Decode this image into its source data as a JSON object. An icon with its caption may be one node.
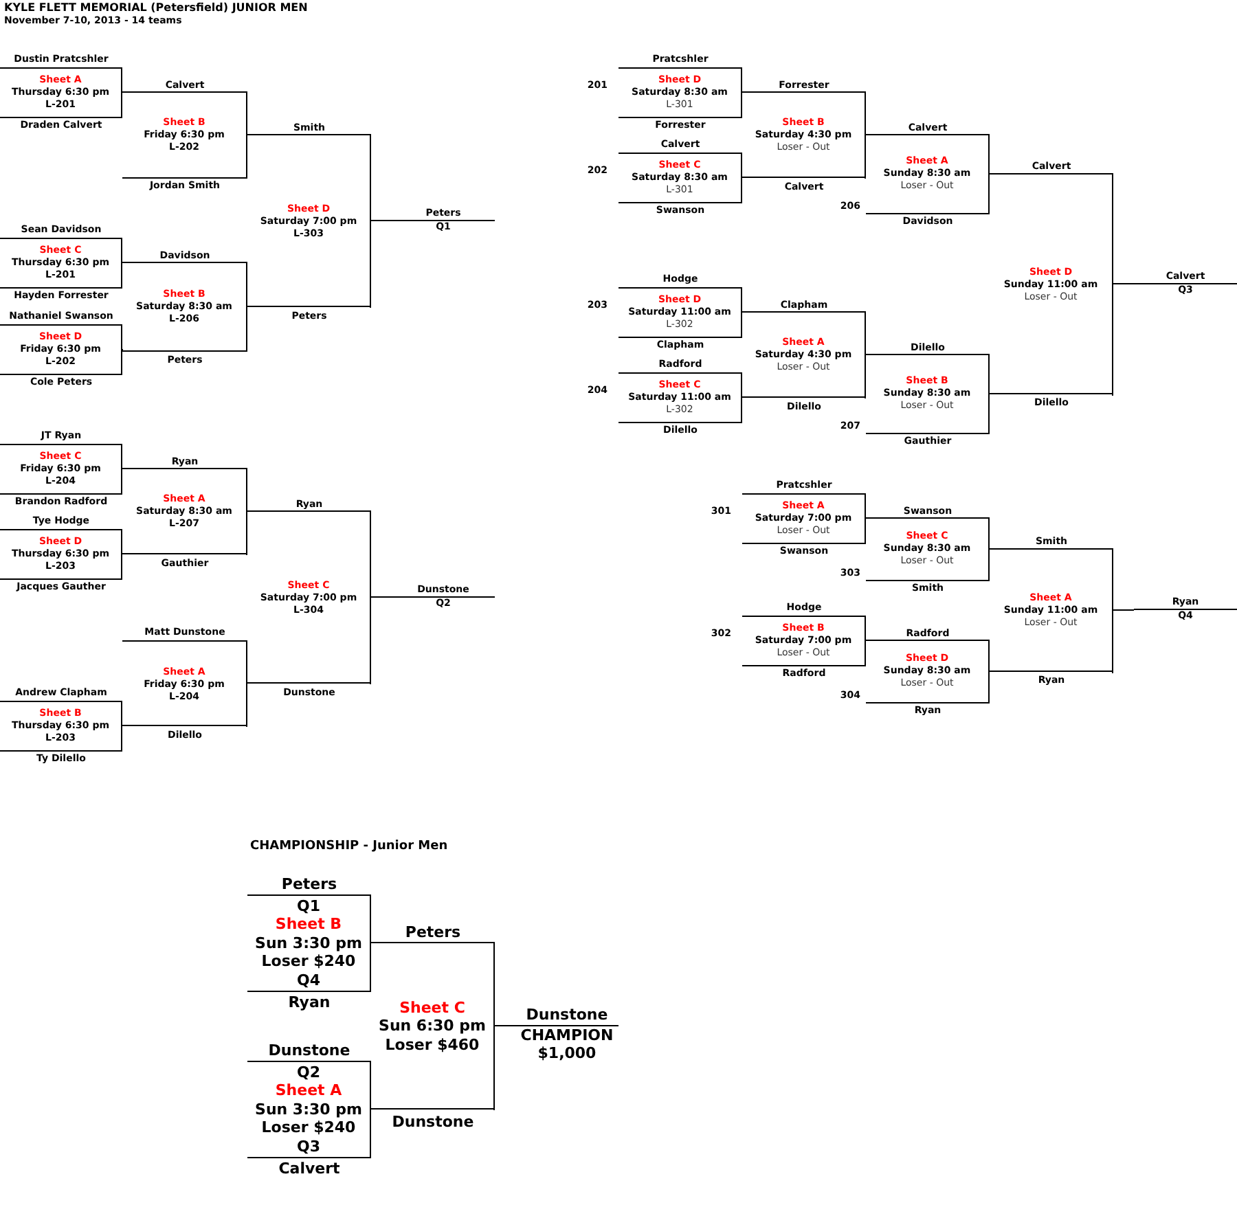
{
  "diagram": {
    "title": "KYLE FLETT MEMORIAL (Petersfield) JUNIOR MEN",
    "nodes": [
      {
        "text": [
          "Sheet A",
          "Thursday 6:30 pm",
          "L-201"
        ],
        "beside": [
          "Dustin Pratcshler",
          "Draden Calvert"
        ]
      },
      {
        "text": [
          "Sheet B",
          "Friday 6:30 pm",
          "L-202"
        ],
        "beside": [
          "Jordan Smith"
        ]
      },
      {
        "text": [
          "Sheet C",
          "Thursday 6:30 pm",
          "L-201"
        ],
        "beside": [
          "Sean Davidson",
          "Hayden Forrester"
        ]
      },
      {
        "text": [
          "Sheet D",
          "Friday 6:30 pm",
          "L-202"
        ],
        "beside": [
          "Nathaniel Swanson",
          "Cole Peters"
        ]
      },
      {
        "text": [
          "Sheet B",
          "Saturday 8:30 am",
          "L-206"
        ]
      },
      {
        "text": [
          "Sheet D",
          "Saturday 7:00 pm",
          "L-303"
        ]
      },
      {
        "text": [
          "Peters",
          "Q1"
        ]
      },
      {
        "text": [
          "Sheet C",
          "Friday 6:30 pm",
          "L-204"
        ],
        "beside": [
          "JT Ryan",
          "Brandon Radford"
        ]
      },
      {
        "text": [
          "Sheet D",
          "Thursday 6:30 pm",
          "L-203"
        ],
        "beside": [
          "Tye Hodge",
          "Jacques Gauther"
        ]
      },
      {
        "text": [
          "Sheet A",
          "Saturday 8:30 am",
          "L-207"
        ]
      },
      {
        "text": [
          "Sheet B",
          "Thursday 6:30 pm",
          "L-203"
        ],
        "beside": [
          "Andrew Clapham",
          "Ty Dilello"
        ]
      },
      {
        "text": [
          "Sheet A",
          "Friday 6:30 pm",
          "L-204"
        ],
        "beside": [
          "Matt Dunstone"
        ]
      },
      {
        "text": [
          "Sheet C",
          "Saturday 7:00 pm",
          "L-304"
        ]
      },
      {
        "text": [
          "Dunstone",
          "Q2"
        ]
      },
      {
        "text": [
          "Sheet D",
          "Saturday 8:30 am",
          "L-301"
        ],
        "beside": [
          "Pratcshler",
          "201",
          "Forrester"
        ]
      },
      {
        "text": [
          "Sheet C",
          "Saturday 8:30 am",
          "L-301"
        ],
        "beside": [
          "Calvert",
          "202",
          "Swanson"
        ]
      },
      {
        "text": [
          "Sheet B",
          "Saturday 4:30 pm",
          "Loser - Out"
        ]
      },
      {
        "text": [
          "Sheet A",
          "Sunday 8:30 am",
          "Loser - Out"
        ],
        "beside": [
          "206",
          "Davidson"
        ]
      },
      {
        "text": [
          "Sheet D",
          "Saturday 11:00 am",
          "L-302"
        ],
        "beside": [
          "Hodge",
          "203",
          "Clapham"
        ]
      },
      {
        "text": [
          "Sheet C",
          "Saturday 11:00 am",
          "L-302"
        ],
        "beside": [
          "Radford",
          "204",
          "Dilello"
        ]
      },
      {
        "text": [
          "Sheet A",
          "Saturday 4:30 pm",
          "Loser - Out"
        ]
      },
      {
        "text": [
          "Sheet B",
          "Sunday 8:30 am",
          "Loser - Out"
        ],
        "beside": [
          "207",
          "Gauthier"
        ]
      },
      {
        "text": [
          "Sheet D",
          "Sunday 11:00 am",
          "Loser - Out"
        ]
      },
      {
        "text": [
          "Calvert",
          "Q3"
        ]
      },
      {
        "text": [
          "Sheet A",
          "Saturday 7:00 pm",
          "Loser - Out"
        ],
        "beside": [
          "Pratcshler",
          "301",
          "Swanson"
        ]
      },
      {
        "text": [
          "Sheet C",
          "Sunday 8:30 am",
          "Loser - Out"
        ],
        "beside": [
          "303",
          "Smith"
        ]
      },
      {
        "text": [
          "Sheet B",
          "Saturday 7:00 pm",
          "Loser - Out"
        ],
        "beside": [
          "Hodge",
          "302",
          "Radford"
        ]
      },
      {
        "text": [
          "Sheet D",
          "Sunday 8:30 am",
          "Loser - Out"
        ],
        "beside": [
          "304",
          "Ryan"
        ]
      },
      {
        "text": [
          "Sheet A",
          "Sunday 11:00 am",
          "Loser - Out"
        ]
      },
      {
        "text": [
          "Ryan",
          "Q4"
        ]
      },
      {
        "text": [
          "Q1",
          "Sheet B",
          "Sun 3:30 pm",
          "Loser $240",
          "Q4"
        ],
        "beside": [
          "Peters",
          "Ryan"
        ]
      },
      {
        "text": [
          "Q2",
          "Sheet A",
          "Sun 3:30 pm",
          "Loser $240",
          "Q3"
        ],
        "beside": [
          "Dunstone",
          "Calvert"
        ]
      },
      {
        "text": [
          "Sheet C",
          "Sun 6:30 pm",
          "Loser $460"
        ]
      },
      {
        "text": [
          "Dunstone",
          "CHAMPION",
          "$1,000"
        ]
      }
    ],
    "edges": [
      {
        "from": 0,
        "to": 1,
        "arrow": "none",
        "label": "Calvert"
      },
      {
        "from": 1,
        "to": 5,
        "arrow": "none",
        "label": "Smith"
      },
      {
        "from": 2,
        "to": 4,
        "arrow": "none",
        "label": "Davidson"
      },
      {
        "from": 3,
        "to": 4,
        "arrow": "none",
        "label": "Peters"
      },
      {
        "from": 4,
        "to": 5,
        "arrow": "none",
        "label": "Peters"
      },
      {
        "from": 5,
        "to": 6,
        "arrow": "none"
      },
      {
        "from": 7,
        "to": 9,
        "arrow": "none",
        "label": "Ryan"
      },
      {
        "from": 8,
        "to": 9,
        "arrow": "none",
        "label": "Gauthier"
      },
      {
        "from": 10,
        "to": 11,
        "arrow": "none",
        "label": "Dilello"
      },
      {
        "from": 9,
        "to": 12,
        "arrow": "none",
        "label": "Ryan"
      },
      {
        "from": 11,
        "to": 12,
        "arrow": "none",
        "label": "Dunstone"
      },
      {
        "from": 12,
        "to": 13,
        "arrow": "none"
      },
      {
        "from": 14,
        "to": 16,
        "arrow": "none",
        "label": "Forrester"
      },
      {
        "from": 15,
        "to": 16,
        "arrow": "none",
        "label": "Calvert"
      },
      {
        "from": 16,
        "to": 17,
        "arrow": "none",
        "label": "Calvert"
      },
      {
        "from": 18,
        "to": 20,
        "arrow": "none",
        "label": "Clapham"
      },
      {
        "from": 19,
        "to": 20,
        "arrow": "none",
        "label": "Dilello"
      },
      {
        "from": 20,
        "to": 21,
        "arrow": "none",
        "label": "Dilello"
      },
      {
        "from": 17,
        "to": 22,
        "arrow": "none",
        "label": "Calvert"
      },
      {
        "from": 21,
        "to": 22,
        "arrow": "none",
        "label": "Dilello"
      },
      {
        "from": 22,
        "to": 23,
        "arrow": "none"
      },
      {
        "from": 24,
        "to": 25,
        "arrow": "none",
        "label": "Swanson"
      },
      {
        "from": 26,
        "to": 27,
        "arrow": "none",
        "label": "Radford"
      },
      {
        "from": 25,
        "to": 28,
        "arrow": "none",
        "label": "Smith"
      },
      {
        "from": 27,
        "to": 28,
        "arrow": "none",
        "label": "Ryan"
      },
      {
        "from": 28,
        "to": 29,
        "arrow": "none"
      },
      {
        "from": 30,
        "to": 32,
        "arrow": "none",
        "label": "Peters"
      },
      {
        "from": 31,
        "to": 32,
        "arrow": "none",
        "label": "Dunstone"
      },
      {
        "from": 32,
        "to": 33,
        "arrow": "none"
      }
    ],
    "labels": [
      "November 7-10, 2013 - 14 teams",
      "CHAMPIONSHIP - Junior Men"
    ]
  }
}
